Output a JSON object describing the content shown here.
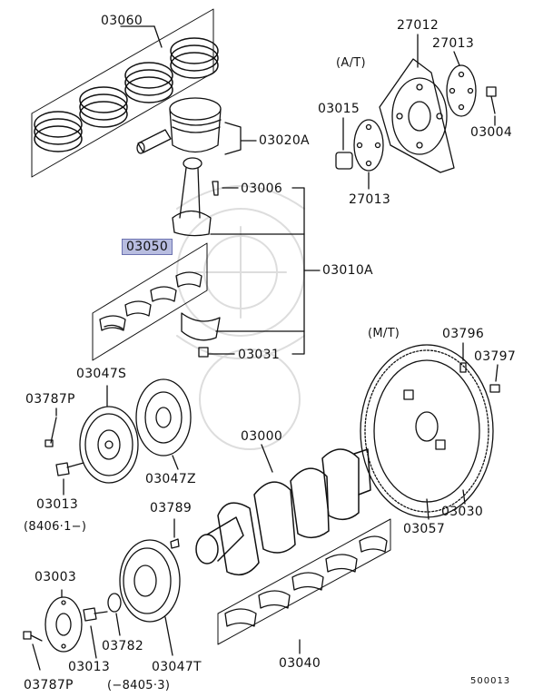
{
  "diagram": {
    "labels": {
      "p03060": "03060",
      "p03020A": "03020A",
      "p03006": "03006",
      "p03050": "03050",
      "p03010A": "03010A",
      "p03031": "03031",
      "at": "(A/T)",
      "p27012": "27012",
      "p27013a": "27013",
      "p03015": "03015",
      "p03004": "03004",
      "p27013b": "27013",
      "mt": "(M/T)",
      "p03796": "03796",
      "p03797": "03797",
      "p03047S": "03047S",
      "p03787P_a": "03787P",
      "p03000": "03000",
      "p03047Z": "03047Z",
      "p03013_a": "03013",
      "date1": "(8406·1−)",
      "p03789": "03789",
      "p03030": "03030",
      "p03057": "03057",
      "p03003": "03003",
      "p03013_b": "03013",
      "p03782": "03782",
      "p03047T": "03047T",
      "p03040": "03040",
      "p03787P_b": "03787P",
      "date2": "(−8405·3)",
      "diagram_id": "500013"
    },
    "highlight_color": "#b8bde0"
  }
}
